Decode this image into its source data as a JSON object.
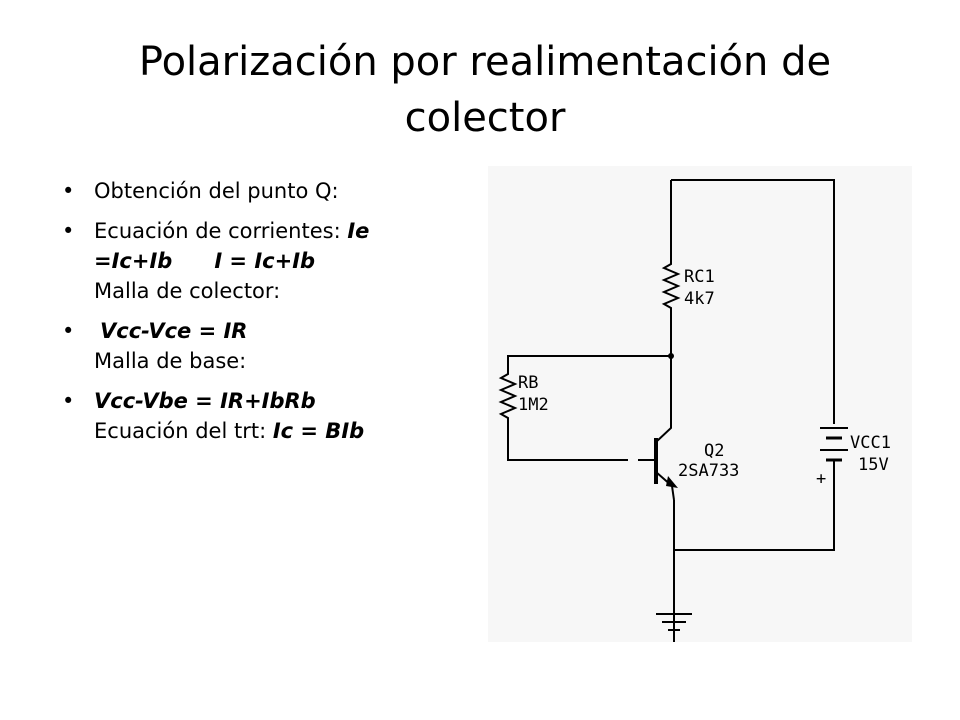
{
  "title": {
    "line1": "Polarización por realimentación de",
    "line2": "colector"
  },
  "bullets": [
    {
      "text": "Obtención del punto Q:"
    },
    {
      "prefix": "Ecuación de corrientes: ",
      "eq1a": "Ie",
      "eq1b": "=Ic+Ib",
      "eq2": "I = Ic+Ib",
      "tail": "Malla de colector:"
    },
    {
      "eq": "Vcc-Vce = IR",
      "tail": "Malla de base:"
    },
    {
      "eq": "Vcc-Vbe = IR+IbRb",
      "tail_prefix": "Ecuación del trt: ",
      "tail_eq": "Ic = BIb"
    }
  ],
  "circuit": {
    "rc_name": "RC1",
    "rc_value": "4k7",
    "rb_name": "RB",
    "rb_value": "1M2",
    "q_name": "Q2",
    "q_part": "2SA733",
    "vcc_name": "VCC1",
    "vcc_value": "15V",
    "plus_sign": "+"
  }
}
